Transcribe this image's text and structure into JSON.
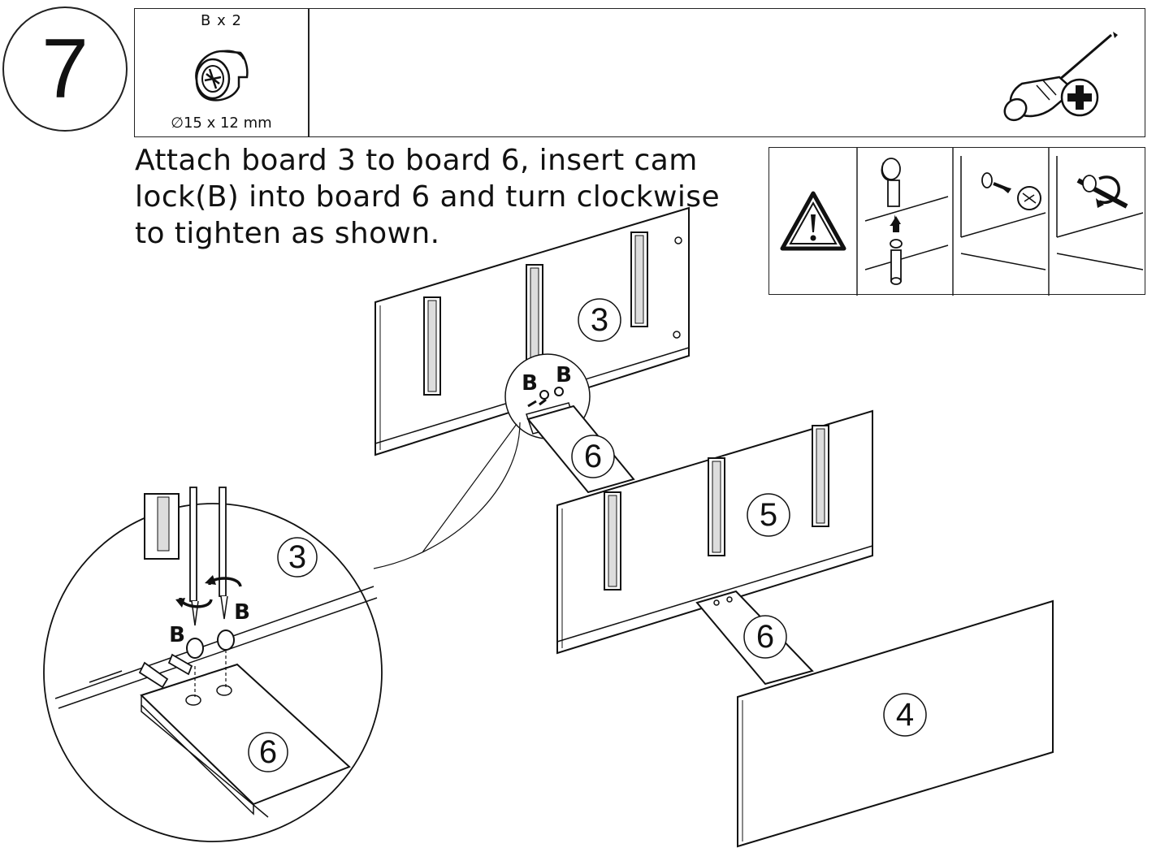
{
  "step": {
    "number": "7"
  },
  "parts": {
    "qty_label": "B x 2",
    "size_label": "15 x 12 mm",
    "diameter_symbol": "∅",
    "part_icon": "cam-lock-icon",
    "tool_icon": "phillips-screwdriver-icon"
  },
  "instruction": {
    "line1": "Attach board 3 to board 6, insert cam",
    "line2": "lock(B) into board 6 and turn clockwise",
    "line3": "to tighten as shown."
  },
  "caution": {
    "icon": "warning-triangle-icon",
    "steps_icons": [
      "cam-lock-insert-icon",
      "cam-lock-engage-icon",
      "cam-lock-turn-icon"
    ]
  },
  "boards": {
    "board_3": "3",
    "board_6_top": "6",
    "board_5": "5",
    "board_6_bottom": "6",
    "board_4": "4",
    "detail_board_3": "3",
    "detail_board_6": "6"
  },
  "part_markers": {
    "b_left": "B",
    "b_right": "B",
    "detail_b_left": "B",
    "detail_b_right": "B"
  }
}
